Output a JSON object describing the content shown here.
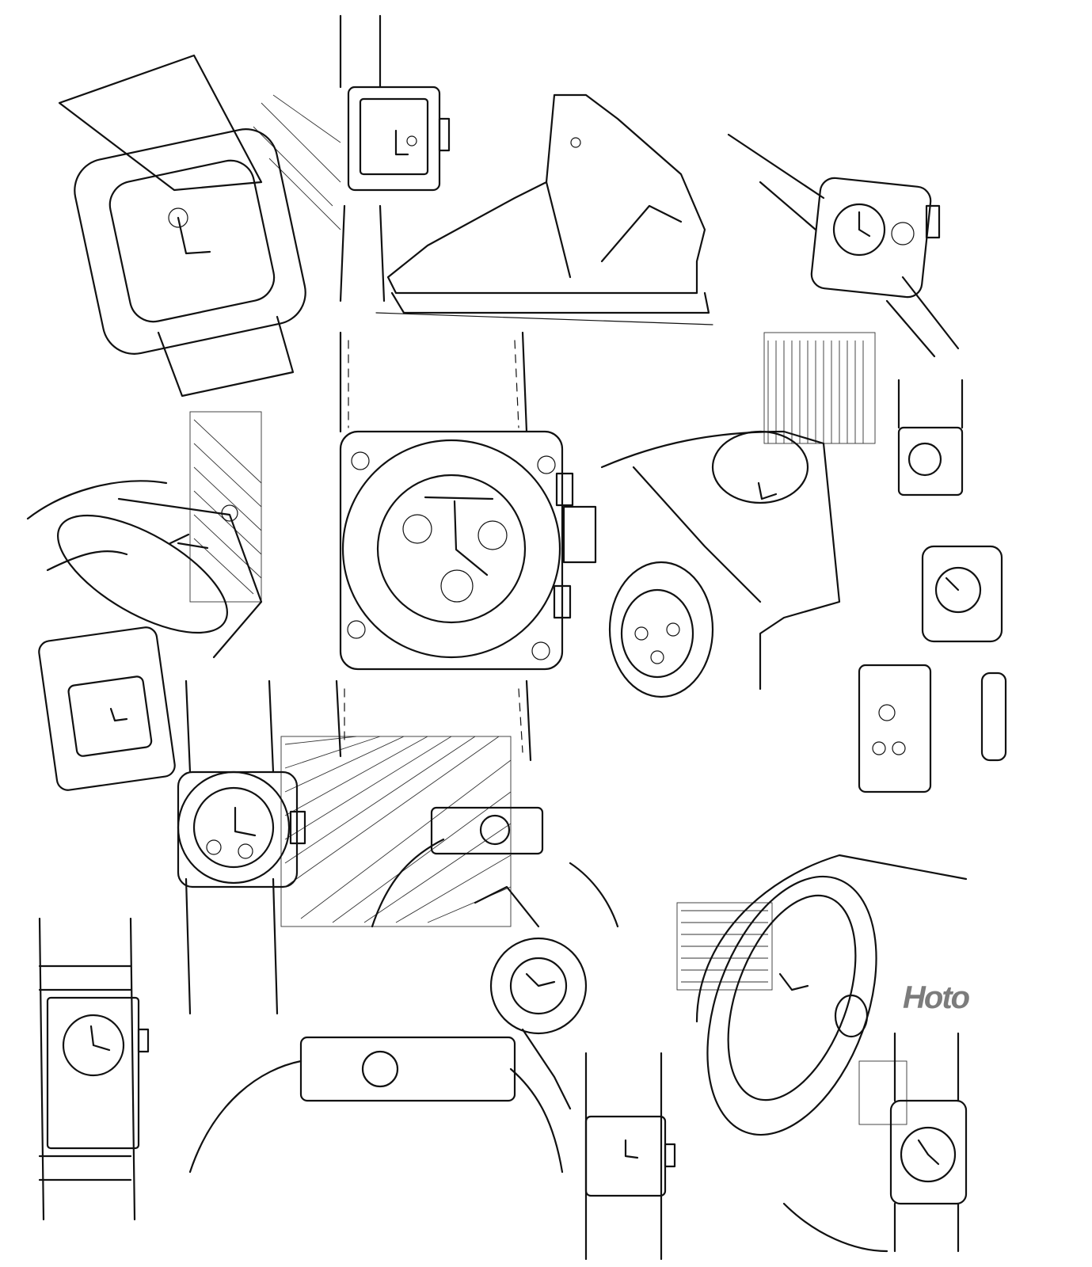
{
  "artwork": {
    "subject": "Hand-drawn sketch sheet of wristwatch design concepts",
    "background_color": "#ffffff",
    "ink_color": "#111111",
    "signature": {
      "text": "Hoto",
      "color": "#7c7c7c"
    },
    "sketches": [
      {
        "id": "square-watch-top-left",
        "label": "Tilted square watch with wide strap"
      },
      {
        "id": "small-square-watch-top",
        "label": "Small square watch with crown"
      },
      {
        "id": "high-top-shoe",
        "label": "High-top sneaker sketch"
      },
      {
        "id": "textured-strap-watch-top-right",
        "label": "Square watch with textured strap"
      },
      {
        "id": "chronograph-center",
        "label": "Large square-case chronograph with three sub-dials"
      },
      {
        "id": "oval-watch-left",
        "label": "Curved oval-bezel watch"
      },
      {
        "id": "curved-band-watch-right",
        "label": "Curved band watch with oval dial"
      },
      {
        "id": "small-watches-right-column",
        "label": "Small square watches, right column"
      },
      {
        "id": "round-watch-center-left",
        "label": "Round-bezel watch with sub-dials"
      },
      {
        "id": "bangle-watch-center",
        "label": "Bangle watch, side view"
      },
      {
        "id": "rectangular-watch-bottom-left",
        "label": "Rectangular watch with round dial"
      },
      {
        "id": "bangle-watch-bottom",
        "label": "Bangle watch, bottom"
      },
      {
        "id": "large-curved-watch-bottom-right",
        "label": "Large perspective watch with crown"
      },
      {
        "id": "small-ornate-watch-bottom-right",
        "label": "Small ornate watch"
      }
    ]
  }
}
